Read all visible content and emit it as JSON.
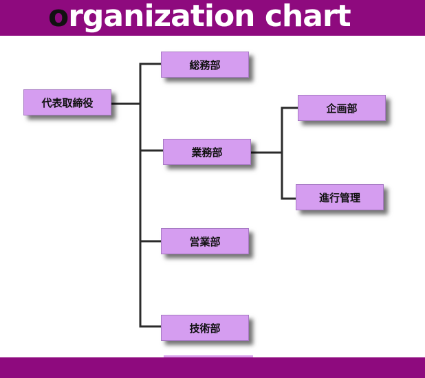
{
  "header": {
    "title_first_letter": "o",
    "title_rest": "rganization chart"
  },
  "colors": {
    "header_bg": "#8e0a7e",
    "node_fill": "#d59df0",
    "connector": "#2a2a2a"
  },
  "nodes": {
    "ceo": "代表取締役",
    "general_affairs": "総務部",
    "business": "業務部",
    "planning": "企画部",
    "progress_management": "進行管理",
    "sales": "営業部",
    "technology": "技術部"
  },
  "hierarchy": {
    "代表取締役": [
      "総務部",
      "業務部",
      "営業部",
      "技術部"
    ],
    "業務部": [
      "企画部",
      "進行管理"
    ]
  }
}
